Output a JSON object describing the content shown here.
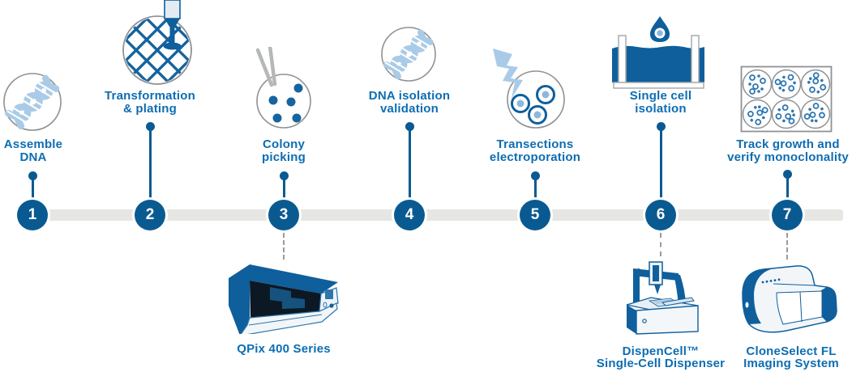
{
  "steps": [
    {
      "number": "1",
      "label": "Assemble\nDNA",
      "icon": "dna-helix-icon"
    },
    {
      "number": "2",
      "label": "Transformation\n& plating",
      "icon": "petri-dish-plating-icon"
    },
    {
      "number": "3",
      "label": "Colony\npicking",
      "icon": "colony-picking-icon"
    },
    {
      "number": "4",
      "label": "DNA isolation\nvalidation",
      "icon": "dna-helix-icon"
    },
    {
      "number": "5",
      "label": "Transections\nelectroporation",
      "icon": "electroporation-icon"
    },
    {
      "number": "6",
      "label": "Single cell\nisolation",
      "icon": "single-cell-droplet-icon"
    },
    {
      "number": "7",
      "label": "Track growth and\nverify monoclonality",
      "icon": "multiwell-plate-icon"
    }
  ],
  "instruments": [
    {
      "name": "QPix 400 Series",
      "connected_step": "3"
    },
    {
      "name": "DispenCell™\nSingle-Cell Dispenser",
      "connected_step": "6"
    },
    {
      "name": "CloneSelect FL\nImaging System",
      "connected_step": "7"
    }
  ],
  "colors": {
    "brand_blue": "#0f5f9c",
    "node_blue": "#0a5a92",
    "label_blue": "#0d6db2",
    "light_blue": "#a9cbe7",
    "pale_blue": "#8cb8dc",
    "timeline_gray": "#e6e6e3",
    "outline_gray": "#8f9193",
    "dash_gray": "#9b9b9b"
  }
}
